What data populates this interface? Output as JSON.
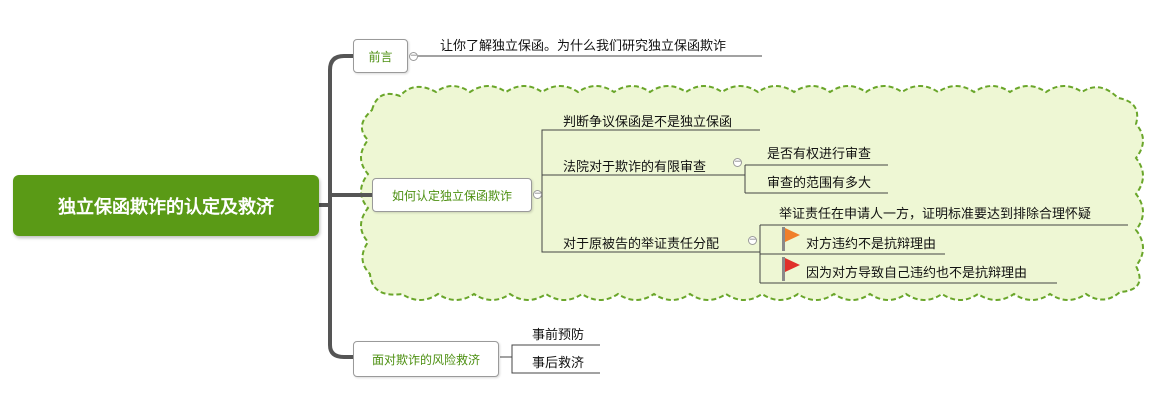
{
  "root": {
    "label": "独立保函欺诈的认定及救济"
  },
  "branches": {
    "preface": {
      "label": "前言",
      "children": [
        "让你了解独立保函。为什么我们研究独立保函欺诈"
      ]
    },
    "identify": {
      "label": "如何认定独立保函欺诈",
      "children": {
        "judge": "判断争议保函是不是独立保函",
        "review": {
          "label": "法院对于欺诈的有限审查",
          "children": [
            "是否有权进行审查",
            "审查的范围有多大"
          ]
        },
        "burden": {
          "label": "对于原被告的举证责任分配",
          "children": [
            {
              "label": "举证责任在申请人一方，证明标准要达到排除合理怀疑",
              "flag": "",
              "flag_color": ""
            },
            {
              "label": "对方违约不是抗辩理由",
              "flag": "flag-icon",
              "flag_color": "#f07f2a"
            },
            {
              "label": "因为对方导致自己违约也不是抗辩理由",
              "flag": "flag-icon",
              "flag_color": "#e0302a"
            }
          ]
        }
      }
    },
    "risk": {
      "label": "面对欺诈的风险救济",
      "children": [
        "事前预防",
        "事后救济"
      ]
    }
  },
  "colors": {
    "root_fill": "#5a9a16",
    "branch_text": "#4c8f10",
    "boundary_fill": "#eef7d4",
    "boundary_stroke": "#6aa62a",
    "trunk": "#555555",
    "line": "#444444"
  }
}
